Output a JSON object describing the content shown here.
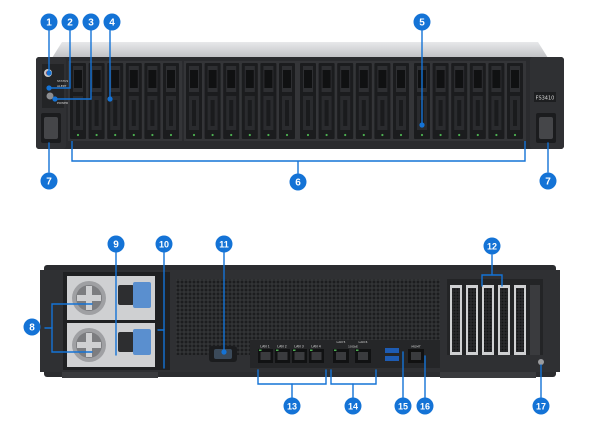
{
  "front_panel": {
    "model_label": "FS3410",
    "indicator_labels": [
      "STATUS",
      "ALERT",
      "POWER"
    ]
  },
  "rear_panel": {
    "lan_labels": [
      "LAN 1",
      "LAN 2",
      "LAN 3",
      "LAN 4"
    ],
    "lan10g_labels": [
      "LAN 5",
      "LAN 6"
    ],
    "lan10g_caption": "10GbE",
    "mgmt_label": "MGMT"
  },
  "callouts": {
    "c1": "1",
    "c2": "2",
    "c3": "3",
    "c4": "4",
    "c5": "5",
    "c6": "6",
    "c7a": "7",
    "c7b": "7",
    "c8": "8",
    "c9": "9",
    "c10": "10",
    "c11": "11",
    "c12": "12",
    "c13": "13",
    "c14": "14",
    "c15": "15",
    "c16": "16",
    "c17": "17"
  },
  "colors": {
    "callout": "#1473d6",
    "chassis_dark": "#2c2d30",
    "chassis_light": "#cfd0d2",
    "port_green": "#4caf50"
  }
}
